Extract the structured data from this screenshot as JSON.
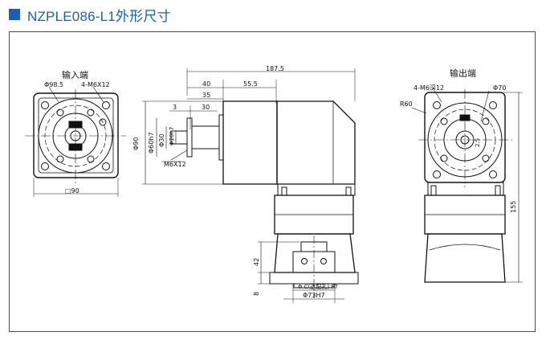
{
  "header": {
    "title": "NZPLE086-L1外形尺寸",
    "accent_color": "#1a5fb4"
  },
  "drawing": {
    "input_view": {
      "label": "输入端",
      "dims": {
        "pcd": "Φ98.5",
        "holes": "4-M6X12",
        "square": "□90"
      }
    },
    "side_view": {
      "dims": {
        "total_length": "187.5",
        "d40": "40",
        "d55_5": "55.5",
        "d35": "35",
        "d3": "3",
        "d30": "30",
        "phi90": "Φ90",
        "phi60": "Φ60h7",
        "phi30": "Φ30",
        "phi20": "Φ20h7",
        "thread": "M6X12",
        "d42": "42",
        "d8": "8",
        "flange_bore": "Φ C(选配孔) F7",
        "pilot": "Φ73H7"
      }
    },
    "output_view": {
      "label": "输出端",
      "dims": {
        "holes": "4-M6深12",
        "phi70": "Φ70",
        "radius": "R60",
        "height": "155",
        "shaft": "2.5"
      }
    }
  }
}
